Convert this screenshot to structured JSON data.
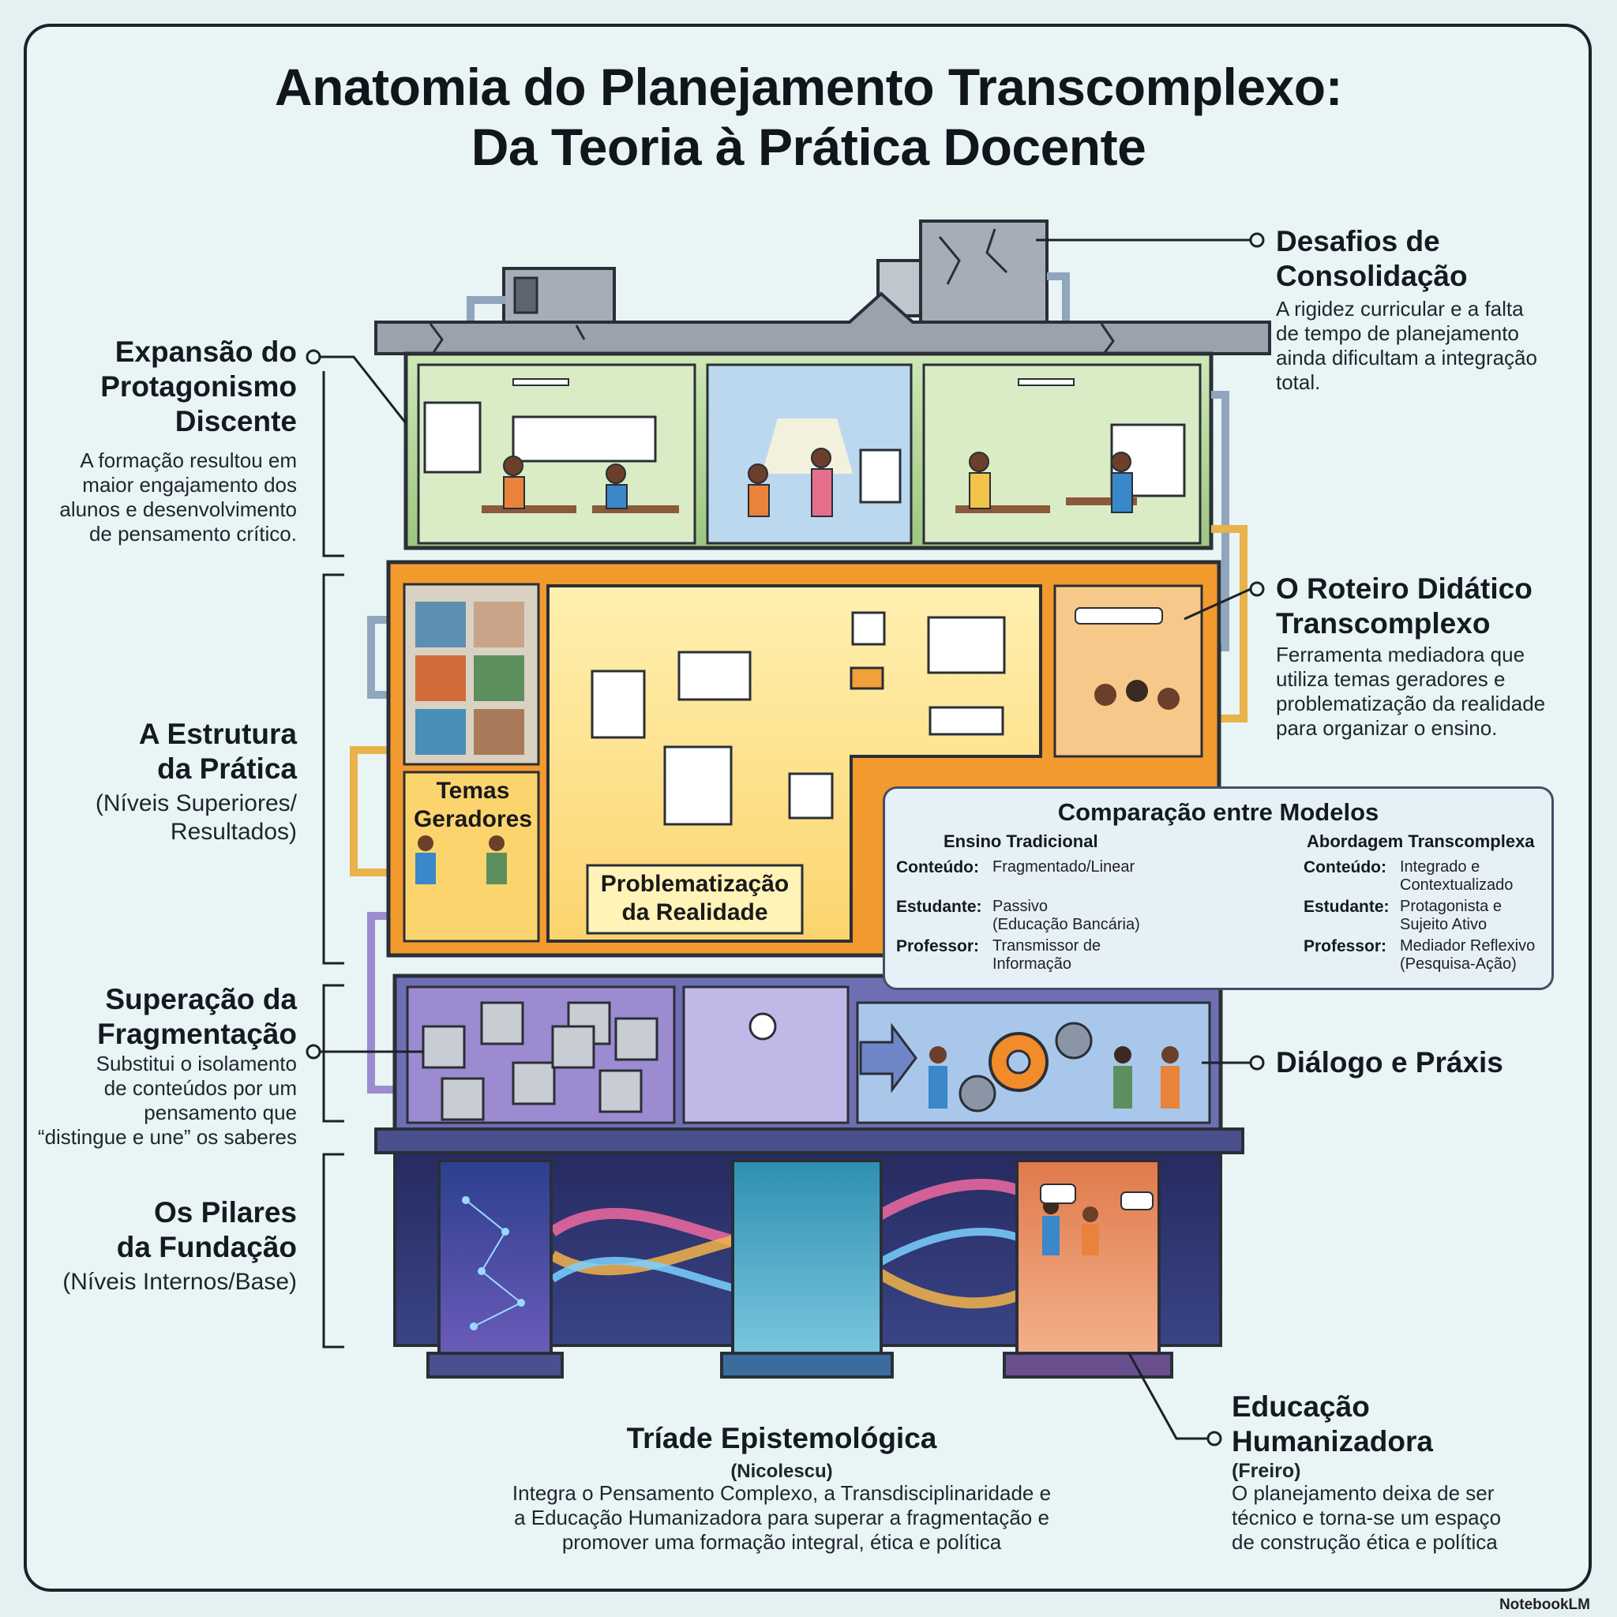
{
  "title": {
    "line1": "Anatomia do Planejamento Transcomplexo:",
    "line2": "Da Teoria à Prática Docente"
  },
  "left": {
    "protagonismo": {
      "title_lines": [
        "Expansão do",
        "Protagonismo",
        "Discente"
      ],
      "desc_lines": [
        "A formação resultou em",
        "maior engajamento dos",
        "alunos e desenvolvimento",
        "de pensamento crítico."
      ]
    },
    "estrutura": {
      "title_lines": [
        "A Estrutura",
        "da Prática"
      ],
      "sub_lines": [
        "(Níveis Superiores/",
        "Resultados)"
      ]
    },
    "fragmentacao": {
      "title_lines": [
        "Superação da",
        "Fragmentação"
      ],
      "desc_lines": [
        "Substitui o isolamento",
        "de conteúdos por um",
        "pensamento que",
        "“distingue e une” os saberes"
      ]
    },
    "pilares": {
      "title_lines": [
        "Os Pilares",
        "da Fundação"
      ],
      "sub_lines": [
        "(Níveis Internos/Base)"
      ]
    }
  },
  "right": {
    "desafios": {
      "title_lines": [
        "Desafios de",
        "Consolidação"
      ],
      "desc_lines": [
        "A rigidez curricular e a falta",
        "de tempo de planejamento",
        "ainda dificultam a integração",
        "total."
      ]
    },
    "roteiro": {
      "title_lines": [
        "O Roteiro Didático",
        "Transcomplexo"
      ],
      "desc_lines": [
        "Ferramenta mediadora que",
        "utiliza temas geradores e",
        "problematização da realidade",
        "para organizar o ensino."
      ]
    },
    "dialogo": {
      "title": "Diálogo e Práxis"
    },
    "educacao": {
      "title_lines": [
        "Educação",
        "Humanizadora"
      ],
      "author": "(Freiro)",
      "desc_lines": [
        "O planejamento deixa de ser",
        "técnico e torna-se um espaço",
        "de construção ética e política"
      ]
    }
  },
  "bottom": {
    "triade": {
      "title": "Tríade Epistemológica",
      "author": "(Nicolescu)",
      "desc_lines": [
        "Integra o Pensamento Complexo, a Transdisciplinaridade e",
        "a Educação Humanizadora para superar a fragmentação e",
        "promover uma formação integral, ética e política"
      ]
    }
  },
  "building": {
    "temas": [
      "Temas",
      "Geradores"
    ],
    "problematizacao": [
      "Problematização",
      "da Realidade"
    ]
  },
  "comparacao": {
    "title": "Comparação entre Modelos",
    "left_header": "Ensino Tradicional",
    "right_header": "Abordagem Transcomplexa",
    "rows": [
      {
        "key": "Conteúdo:",
        "trad": [
          "Fragmentado/Linear"
        ],
        "trans": [
          "Integrado e",
          "Contextualizado"
        ]
      },
      {
        "key": "Estudante:",
        "trad": [
          "Passivo",
          "(Educação Bancária)"
        ],
        "trans": [
          "Protagonista e",
          "Sujeito Ativo"
        ]
      },
      {
        "key": "Professor:",
        "trad": [
          "Transmissor de",
          "Informação"
        ],
        "trans": [
          "Mediador Reflexivo",
          "(Pesquisa-Ação)"
        ]
      }
    ]
  },
  "brand": "NotebookLM",
  "colors": {
    "top_floor": "#a9cf8e",
    "middle_floor": "#f39a2e",
    "middle_fill": "#fde08a",
    "lower_floor": "#6e6fb3",
    "foundation": "#2e3470",
    "roof": "#9aa2ad"
  }
}
